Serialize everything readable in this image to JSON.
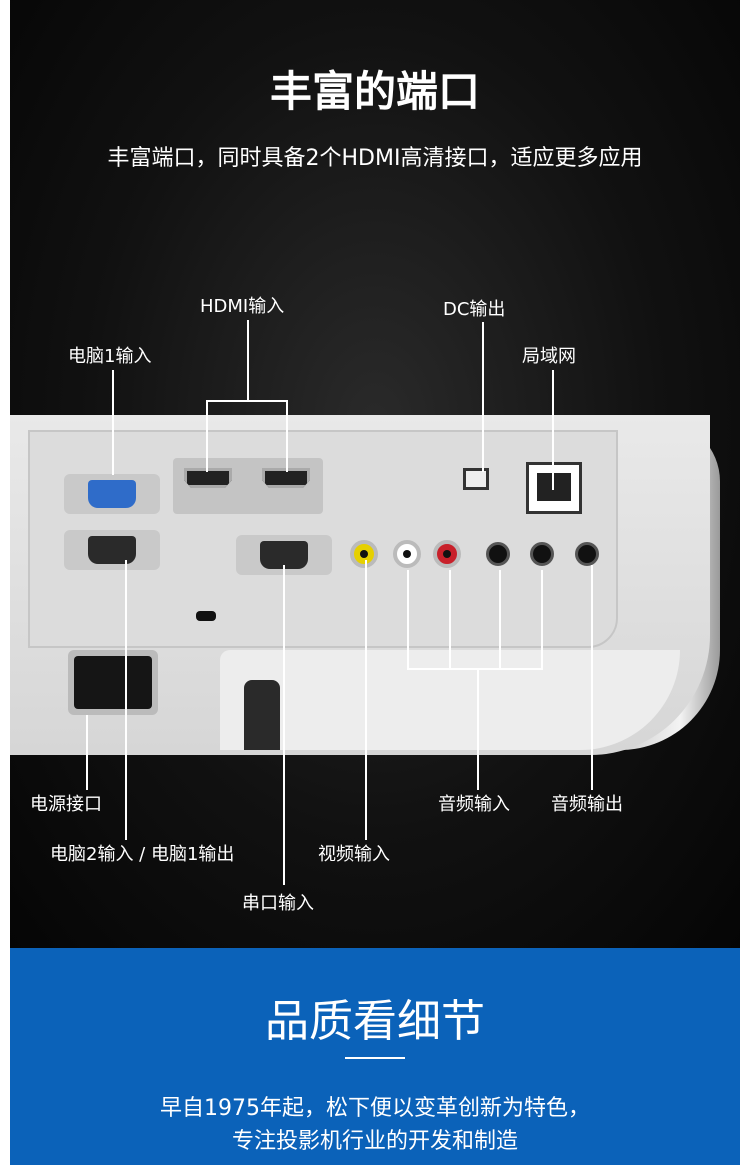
{
  "header": {
    "title": "丰富的端口",
    "subtitle": "丰富端口，同时具备2个HDMI高清接口，适应更多应用"
  },
  "callouts": {
    "pc1_in": "电脑1输入",
    "hdmi_in": "HDMI输入",
    "dc_out": "DC输出",
    "lan": "局域网",
    "power": "电源接口",
    "pc2_in_pc1_out": "电脑2输入 / 电脑1输出",
    "serial_in": "串口输入",
    "video_in": "视频输入",
    "audio_in": "音频输入",
    "audio_out": "音频输出"
  },
  "footer": {
    "title": "品质看细节",
    "line1": "早自1975年起，松下便以变革创新为特色，",
    "line2": "专注投影机行业的开发和制造"
  },
  "colors": {
    "background": "#0d0d0d",
    "accent_blue": "#0b62b9",
    "vga_blue": "#2f6cc9"
  }
}
